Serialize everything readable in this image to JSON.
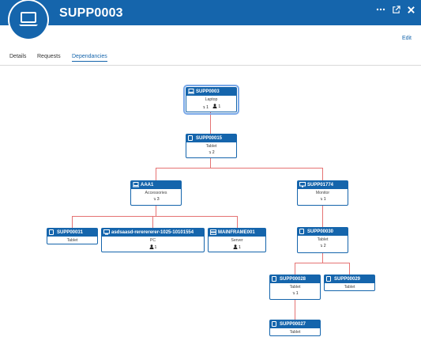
{
  "header": {
    "title": "SUPP0003",
    "more_icon": "more-icon",
    "popout_icon": "external-link-icon",
    "close_icon": "close-icon",
    "avatar_icon": "laptop-icon"
  },
  "actions": {
    "edit_label": "Edit"
  },
  "tabs": [
    {
      "label": "Details",
      "active": false
    },
    {
      "label": "Requests",
      "active": false
    },
    {
      "label": "Dependancies",
      "active": true
    }
  ],
  "nodes": {
    "supp0003": {
      "name": "SUPP0003",
      "type": "Laptop",
      "relations": "1",
      "users": "1"
    },
    "supp00015": {
      "name": "SUPP00015",
      "type": "Tablet",
      "relations": "2"
    },
    "aaa1": {
      "name": "AAA1",
      "type": "Accessories",
      "relations": "3"
    },
    "supp01774": {
      "name": "SUPP01774",
      "type": "Monitor",
      "relations": "1"
    },
    "supp00031": {
      "name": "SUPP00031",
      "type": "Tablet"
    },
    "pc": {
      "name": "asdsaasd-rererererer-1025-10101554",
      "type": "PC",
      "users": "1"
    },
    "mainframe": {
      "name": "MAINFRAME001",
      "type": "Server",
      "users": "1"
    },
    "supp00030": {
      "name": "SUPP00030",
      "type": "Tablet",
      "relations": "2"
    },
    "supp00028": {
      "name": "SUPP00028",
      "type": "Tablet",
      "relations": "1"
    },
    "supp00029": {
      "name": "SUPP00029",
      "type": "Tablet"
    },
    "supp00027": {
      "name": "SUPP00027",
      "type": "Tablet"
    }
  },
  "colors": {
    "brand": "#1565ac",
    "edge": "#e57373",
    "selected": "#7aa8e8"
  }
}
